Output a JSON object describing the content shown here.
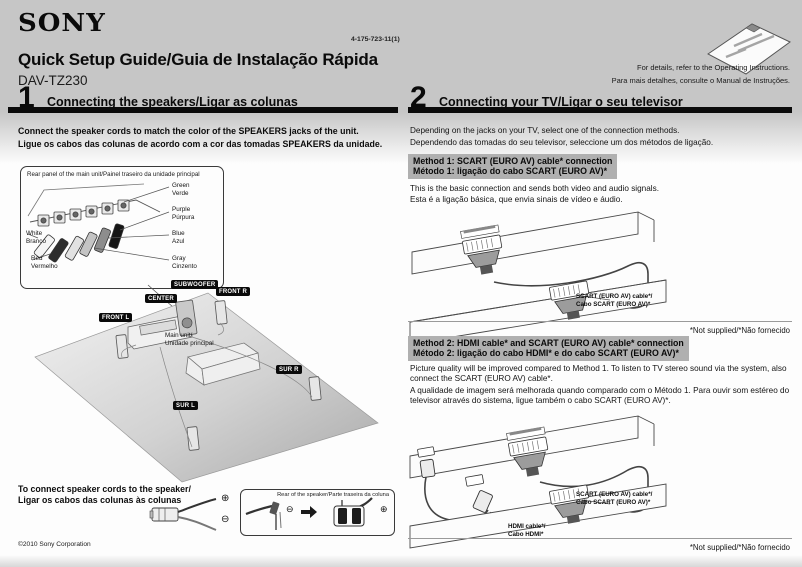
{
  "colors": {
    "page_band_gray": "#c6c6c6",
    "method_header_gray": "#b0b0b0",
    "section_bar_black": "#0b0b0b",
    "badge_black": "#0a0a0a"
  },
  "header": {
    "logo": "SONY",
    "part_number": "4-175-723-11(1)",
    "title": "Quick Setup Guide/Guia de Instalação Rápida",
    "model": "DAV-TZ230",
    "note_en": "For details, refer to the Operating Instructions.",
    "note_pt": "Para mais detalhes, consulte o Manual de Instruções.",
    "booklet_icon": "operating-instructions-booklet"
  },
  "section1": {
    "number": "1",
    "title": "Connecting the speakers/Ligar as colunas",
    "intro_en": "Connect the speaker cords to match the color of the SPEAKERS jacks of the unit.",
    "intro_pt": "Ligue os cabos das colunas de acordo com a cor das tomadas SPEAKERS da unidade.",
    "rear_panel_caption": "Rear panel of the main unit/Painel traseiro da unidade principal",
    "jacks": {
      "green": {
        "en": "Green",
        "pt": "Verde"
      },
      "purple": {
        "en": "Purple",
        "pt": "Púrpura"
      },
      "blue": {
        "en": "Blue",
        "pt": "Azul"
      },
      "gray": {
        "en": "Gray",
        "pt": "Cinzento"
      },
      "white": {
        "en": "White",
        "pt": "Branco"
      },
      "red": {
        "en": "Red",
        "pt": "Vermelho"
      }
    },
    "badges": {
      "subwoofer": "SUBWOOFER",
      "center": "CENTER",
      "front_r": "FRONT R",
      "front_l": "FRONT L",
      "sur_r": "SUR R",
      "sur_l": "SUR L"
    },
    "main_unit": {
      "line1": "Main unit/",
      "line2": "Unidade principal"
    },
    "connect_title_en": "To connect speaker cords to the speaker/",
    "connect_title_pt": "Ligar os cabos das colunas às colunas",
    "rear_speaker_caption": "Rear of the speaker/Parte traseira da coluna",
    "symbols": {
      "plus": "⊕",
      "minus": "⊖"
    },
    "copyright": "©2010 Sony Corporation"
  },
  "section2": {
    "number": "2",
    "title": "Connecting your TV/Ligar o seu televisor",
    "intro_en": "Depending on the jacks on your TV, select one of the connection methods.",
    "intro_pt": "Dependendo das tomadas do seu televisor, seleccione um dos métodos de ligação.",
    "method1": {
      "header_en": "Method 1: SCART (EURO AV) cable* connection",
      "header_pt": "Método 1: ligação do cabo SCART (EURO AV)*",
      "desc_en": "This is the basic connection and sends both video and audio signals.",
      "desc_pt": "Esta é a ligação básica, que envia sinais de vídeo e áudio.",
      "scart_label_1": "SCART (EURO AV) cable*/",
      "scart_label_2": "Cabo SCART (EURO AV)*",
      "footnote": "*Not supplied/*Não fornecido"
    },
    "method2": {
      "header_en": "Method 2: HDMI cable* and SCART (EURO AV) cable* connection",
      "header_pt": "Método 2: ligação do cabo HDMI* e do cabo SCART (EURO AV)*",
      "desc_en": "Picture quality will be improved compared to Method 1. To listen to TV stereo sound via the system, also connect the SCART (EURO AV) cable*.",
      "desc_pt": "A qualidade de imagem será melhorada quando comparado com o Método 1. Para ouvir som estéreo do televisor através do sistema, ligue também o cabo SCART (EURO AV)*.",
      "scart_label_1": "SCART (EURO AV) cable*/",
      "scart_label_2": "Cabo SCART (EURO AV)*",
      "hdmi_label_1": "HDMI cable*/",
      "hdmi_label_2": "Cabo HDMI*",
      "footnote": "*Not supplied/*Não fornecido"
    }
  }
}
